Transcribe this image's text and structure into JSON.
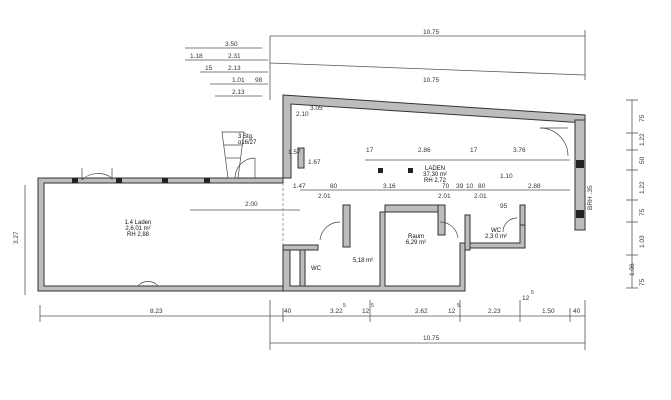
{
  "colors": {
    "wall": "#bdbdbd",
    "line": "#555555",
    "ink": "#222222",
    "paper": "#ffffff"
  },
  "rooms": {
    "laden_left": {
      "name": "1.4 Laden",
      "area": "2,6,01 m²",
      "height": "RH 2,88"
    },
    "laden_main": {
      "name": "LADEN",
      "area": "37,30 m²",
      "height": "RH 2,72"
    },
    "raum": {
      "name": "Raum",
      "area": "6,29 m²"
    },
    "flur": {
      "area": "5,18 m²"
    },
    "wc_right": {
      "name": "WC",
      "area": "2,3 0 m²"
    },
    "wc_left": {
      "name": "WC"
    },
    "stair": {
      "line1": "3 Stg.",
      "line2": "o16/27"
    }
  },
  "dims_top": [
    "3.50",
    "1.18",
    "2.31",
    "15",
    "2.13",
    "1.01",
    "98",
    "2.13",
    "10.75",
    "10.75"
  ],
  "dims_inner": [
    "17",
    "2.86",
    "17",
    "3.76",
    "80",
    "3.16",
    "70",
    "39",
    "10",
    "80",
    "2.88",
    "2.00",
    "2.01",
    "2.01",
    "2.01",
    "1.47",
    "1.57",
    "1.67",
    "2.10",
    "3.05",
    "1.10",
    "95"
  ],
  "dims_bottom": [
    "8.23",
    "40",
    "3.22",
    "12",
    "2.62",
    "12",
    "2.23",
    "12",
    "1.50",
    "40",
    "10.75"
  ],
  "dims_left": [
    "3.27"
  ],
  "dims_right": [
    "75",
    "1.22",
    "50",
    "1.22",
    "75",
    "1.03",
    "75",
    "1.06",
    "BRH .35"
  ],
  "superscripts": [
    "5",
    "5",
    "5",
    "5"
  ]
}
